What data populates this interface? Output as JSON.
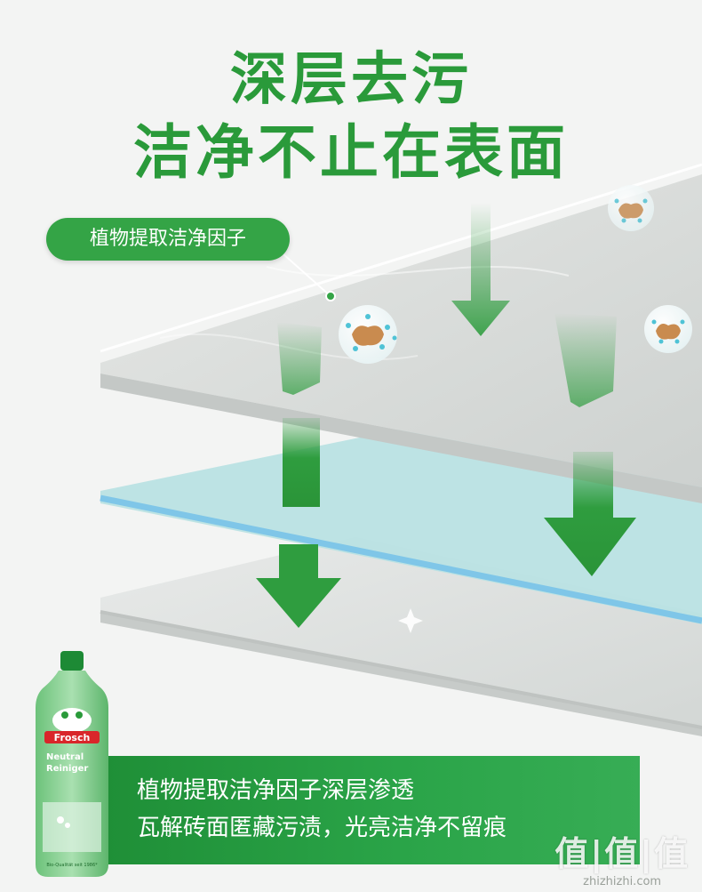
{
  "headline": {
    "line1": "深层去污",
    "line2": "洁净不止在表面"
  },
  "callout": {
    "label": "植物提取洁净因子"
  },
  "product": {
    "brand": "Frosch",
    "name_line1": "Neutral",
    "name_line2": "Reiniger",
    "footer": "Bio-Qualität seit 1986*"
  },
  "banner": {
    "line1": "植物提取洁净因子深层渗透",
    "line2": "瓦解砖面匿藏污渍，光亮洁净不留痕"
  },
  "watermark": {
    "mark": "值|值|值",
    "url": "zhizhizhi.com"
  },
  "colors": {
    "brand_green": "#2a9a3a",
    "arrow_green": "#2f9d3f",
    "water_layer": "#b9e2e3",
    "stone": "#d8dbd9"
  }
}
